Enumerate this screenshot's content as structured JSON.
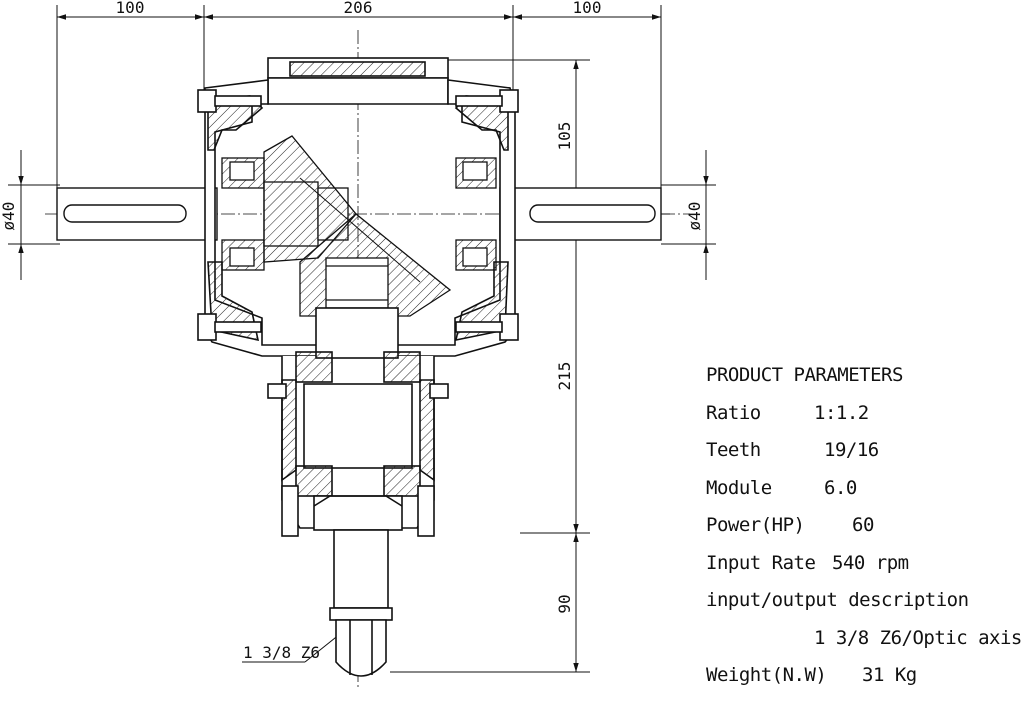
{
  "dimensions": {
    "top_left": "100",
    "top_center": "206",
    "top_right": "100",
    "right_upper": "105",
    "right_middle": "215",
    "right_lower": "90",
    "left_diameter": "ø40",
    "right_diameter": "ø40",
    "output_spline": "1 3/8 Z6"
  },
  "parameters": {
    "title": "PRODUCT PARAMETERS",
    "ratio_label": "Ratio",
    "ratio_value": "1:1.2",
    "teeth_label": "Teeth",
    "teeth_value": "19/16",
    "module_label": "Module",
    "module_value": "6.0",
    "power_label": "Power(HP)",
    "power_value": "60",
    "input_rate_label": "Input Rate",
    "input_rate_value": "540 rpm",
    "io_label": "input/output description",
    "io_value": "1 3/8 Z6/Optic axis",
    "weight_label": "Weight(N.W)",
    "weight_value": "31 Kg"
  }
}
